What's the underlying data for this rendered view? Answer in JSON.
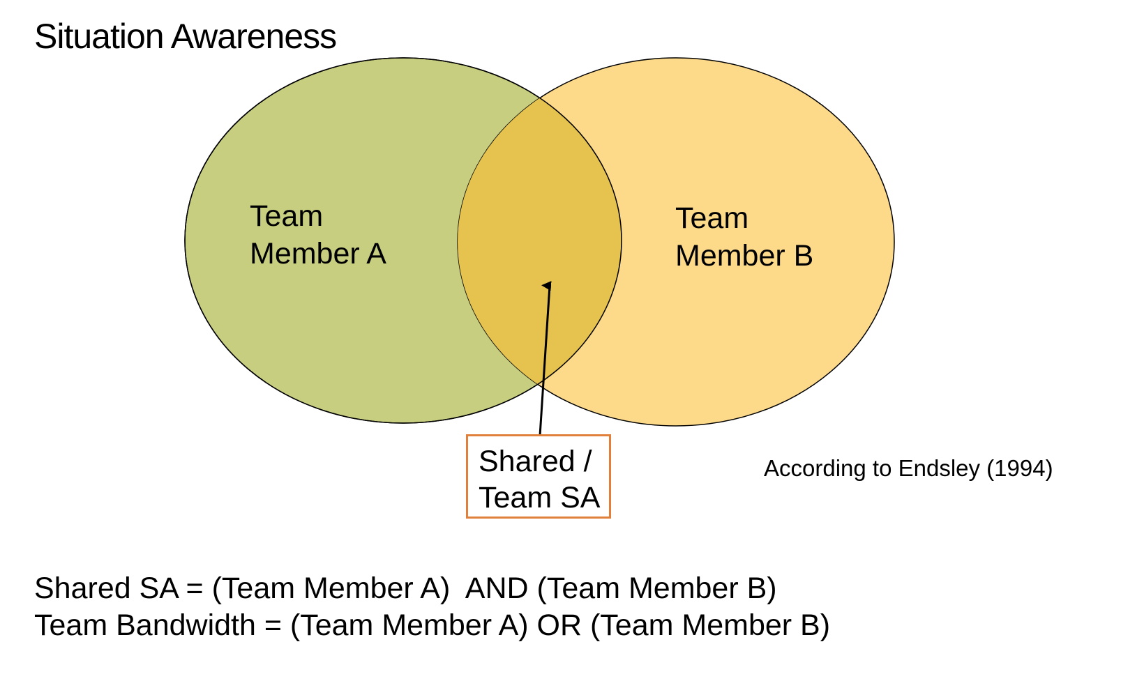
{
  "title": "Situation Awareness",
  "colors": {
    "member_a_fill": "#C8CE80",
    "member_b_fill": "#FDD98A",
    "shared_fill": "#E6C24E",
    "shared_box_border": "#E0803A",
    "stroke": "#000000"
  },
  "venn": {
    "member_a": {
      "line1": "Team",
      "line2": "Member A"
    },
    "member_b": {
      "line1": "Team",
      "line2": "Member B"
    },
    "shared": {
      "line1": "Shared /",
      "line2": "Team SA"
    }
  },
  "source_note": "According to Endsley (1994)",
  "formulas": [
    "Shared SA = (Team Member A)  AND (Team Member B)",
    "Team Bandwidth = (Team Member A) OR (Team Member B)"
  ]
}
